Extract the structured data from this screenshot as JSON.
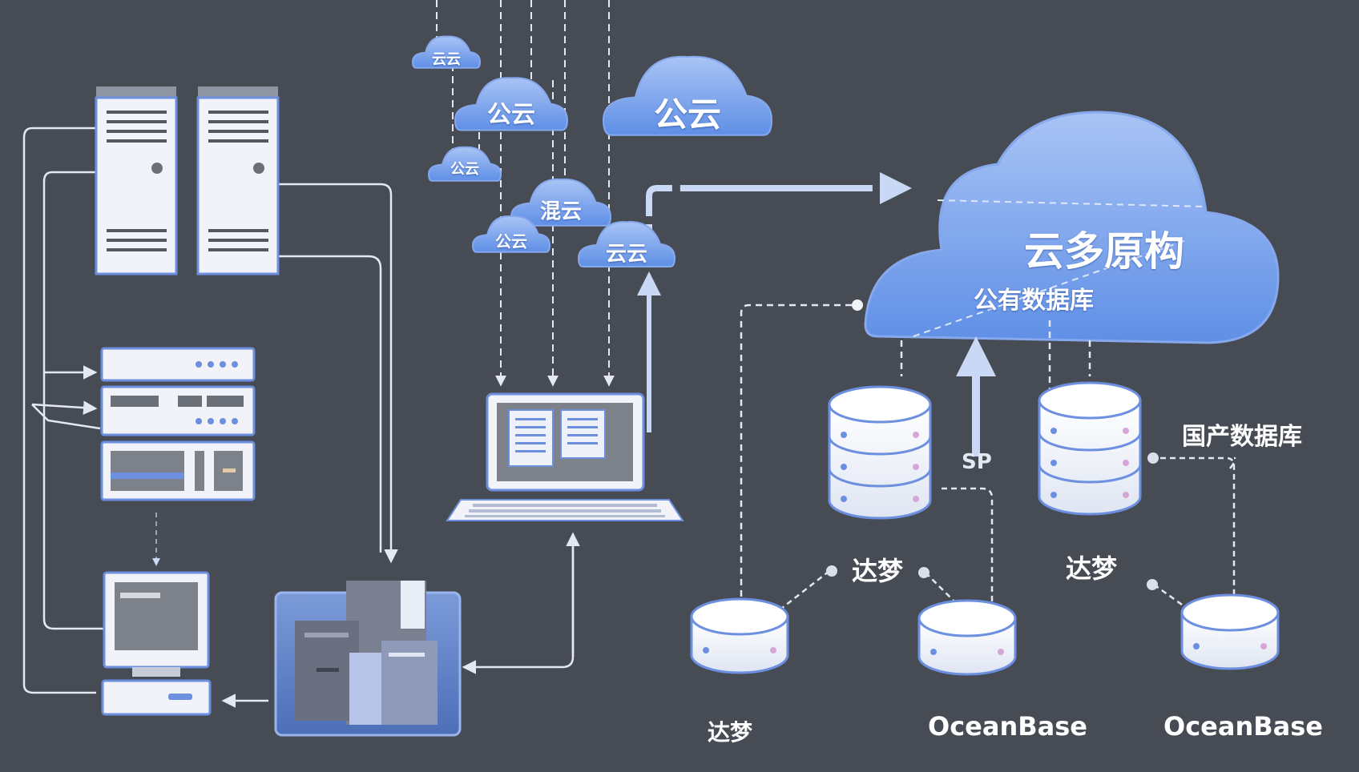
{
  "colors": {
    "background": "#474b54",
    "cloud": "#5f8fe6",
    "cloud_light": "#a9c4f5",
    "device_fill": "#f1f3f8",
    "device_border": "#6c8fe0",
    "line": "#e3e8f2",
    "arrow": "#c9d8f5"
  },
  "clouds": {
    "c1": "云云",
    "c2": "公云",
    "c3": "公云",
    "c4": "公云",
    "c5": "混云",
    "c6": "公云",
    "c7": "云云"
  },
  "main_cloud": {
    "title": "云多原构",
    "subtitle": "公有数据库"
  },
  "databases": {
    "db_left_top": "达梦",
    "db_right_top": "达梦",
    "db_bottom_left": "达梦",
    "db_bottom_mid": "OceanBase",
    "db_bottom_right": "OceanBase"
  },
  "labels": {
    "domestic_db": "国产数据库",
    "small_code": "SP"
  },
  "icons": {
    "servers": "server-tower-icon",
    "rack": "rack-unit-icon",
    "monitor": "desktop-monitor-icon",
    "laptop": "laptop-icon",
    "datacenter": "data-center-icon",
    "database": "database-cylinder-icon"
  }
}
